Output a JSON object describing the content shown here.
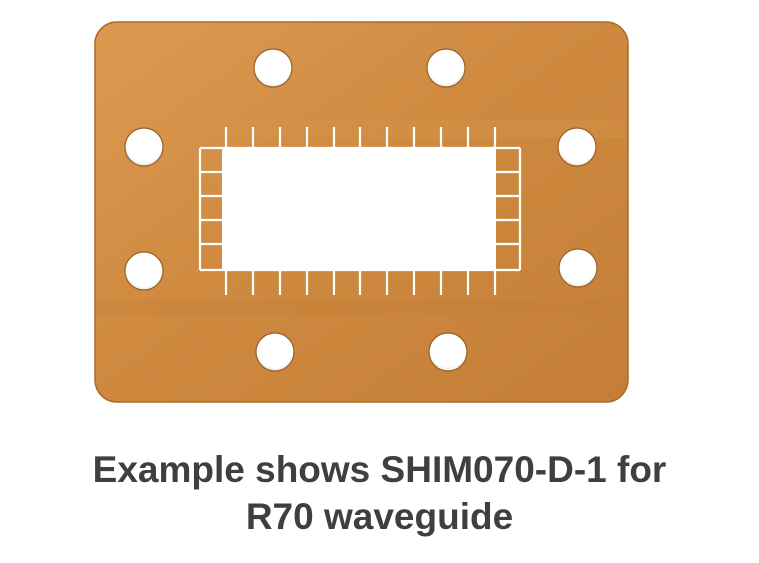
{
  "photo": {
    "subject": "copper waveguide shim with rectangular aperture, contact fingers and eight bolt holes",
    "colors": {
      "copper_light": "#d9954a",
      "copper_mid": "#c9843c",
      "copper_dark": "#a8672a",
      "hole": "#ffffff",
      "background": "#ffffff"
    }
  },
  "caption": {
    "line1": "Example shows SHIM070-D-1 for",
    "line2": "R70 waveguide",
    "color": "#3f3f3f"
  }
}
